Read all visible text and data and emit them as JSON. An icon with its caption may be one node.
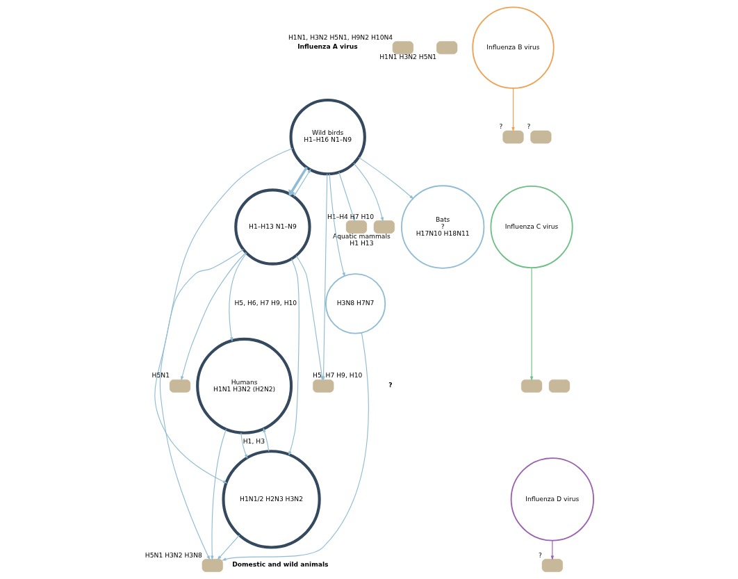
{
  "diagram": {
    "nodes": [
      {
        "text": [
          "Wild birds",
          "H1–H16 N1–N9"
        ]
      },
      {
        "text": [
          "Humans",
          "H1N1 H3N2 (H2N2)"
        ]
      },
      {
        "text": [
          "H1–H13 N1–N9"
        ]
      },
      {
        "text": [
          "H1N1/2 H2N3 H3N2"
        ]
      },
      {
        "text": [],
        "shape": "box",
        "beside": [
          "Aquatic mammals",
          "H1 H13"
        ]
      },
      {
        "text": [],
        "shape": "box",
        "beside": [
          "H1–H4 H7 H10"
        ]
      },
      {
        "text": [
          "Bats",
          "?",
          "H17N10 H18N11"
        ]
      },
      {
        "text": [
          "H3N8 H7N7"
        ]
      },
      {
        "text": [],
        "shape": "box",
        "beside": [
          "H5, H7 H9, H10"
        ]
      },
      {
        "text": [],
        "shape": "box",
        "beside": [
          "H5N1"
        ]
      },
      {
        "text": [],
        "shape": "box",
        "beside": [
          "H5N1 H3N2 H3N8"
        ]
      },
      {
        "text": [],
        "shape": "box",
        "beside": [
          "H1N1, H3N2 H5N1, H9N2 H10N4"
        ]
      },
      {
        "text": [],
        "shape": "box",
        "beside": [
          "H1N1 H3N2 H5N1"
        ]
      },
      {
        "text": [
          "Influenza B virus"
        ]
      },
      {
        "text": [],
        "shape": "box",
        "beside": [
          "?"
        ]
      },
      {
        "text": [],
        "shape": "box",
        "beside": [
          "?"
        ]
      },
      {
        "text": [
          "Influenza C virus"
        ]
      },
      {
        "text": [],
        "shape": "box"
      },
      {
        "text": [],
        "shape": "box"
      },
      {
        "text": [
          "Influenza D virus"
        ]
      },
      {
        "text": [],
        "shape": "box",
        "beside": [
          "?"
        ]
      }
    ],
    "edges": [
      {
        "from": 0,
        "to": 4,
        "arrow": "to"
      },
      {
        "from": 0,
        "to": 5,
        "arrow": "to"
      },
      {
        "from": 0,
        "to": 6,
        "arrow": "to"
      },
      {
        "from": 0,
        "to": 2,
        "arrow": "to",
        "style": "thick"
      },
      {
        "from": 2,
        "to": 0,
        "arrow": "to"
      },
      {
        "from": 0,
        "to": 7,
        "arrow": "to"
      },
      {
        "from": 0,
        "to": 8,
        "arrow": "to"
      },
      {
        "from": 0,
        "to": 3,
        "arrow": "to"
      },
      {
        "from": 2,
        "to": 1,
        "arrow": "to",
        "label": "H5, H6, H7 H9, H10"
      },
      {
        "from": 2,
        "to": 3,
        "arrow": "to"
      },
      {
        "from": 3,
        "to": 1,
        "arrow": "to"
      },
      {
        "from": 1,
        "to": 3,
        "arrow": "to",
        "label": "H1, H3"
      },
      {
        "from": 1,
        "to": 10,
        "arrow": "to"
      },
      {
        "from": 3,
        "to": 10,
        "arrow": "to"
      },
      {
        "from": 7,
        "to": 10,
        "arrow": "to"
      },
      {
        "from": 2,
        "to": 8,
        "arrow": "to"
      },
      {
        "from": 2,
        "to": 9,
        "arrow": "to"
      },
      {
        "from": 2,
        "to": 10,
        "arrow": "to"
      },
      {
        "from": 13,
        "to": 14,
        "arrow": "to",
        "color": "#f0a050"
      },
      {
        "from": 16,
        "to": 17,
        "arrow": "to",
        "color": "#6dbf85"
      },
      {
        "from": 19,
        "to": 20,
        "arrow": "to",
        "color": "#9b5fb0"
      }
    ],
    "labels": [
      "Influenza A virus",
      "?",
      "Domestic and wild animals"
    ]
  }
}
